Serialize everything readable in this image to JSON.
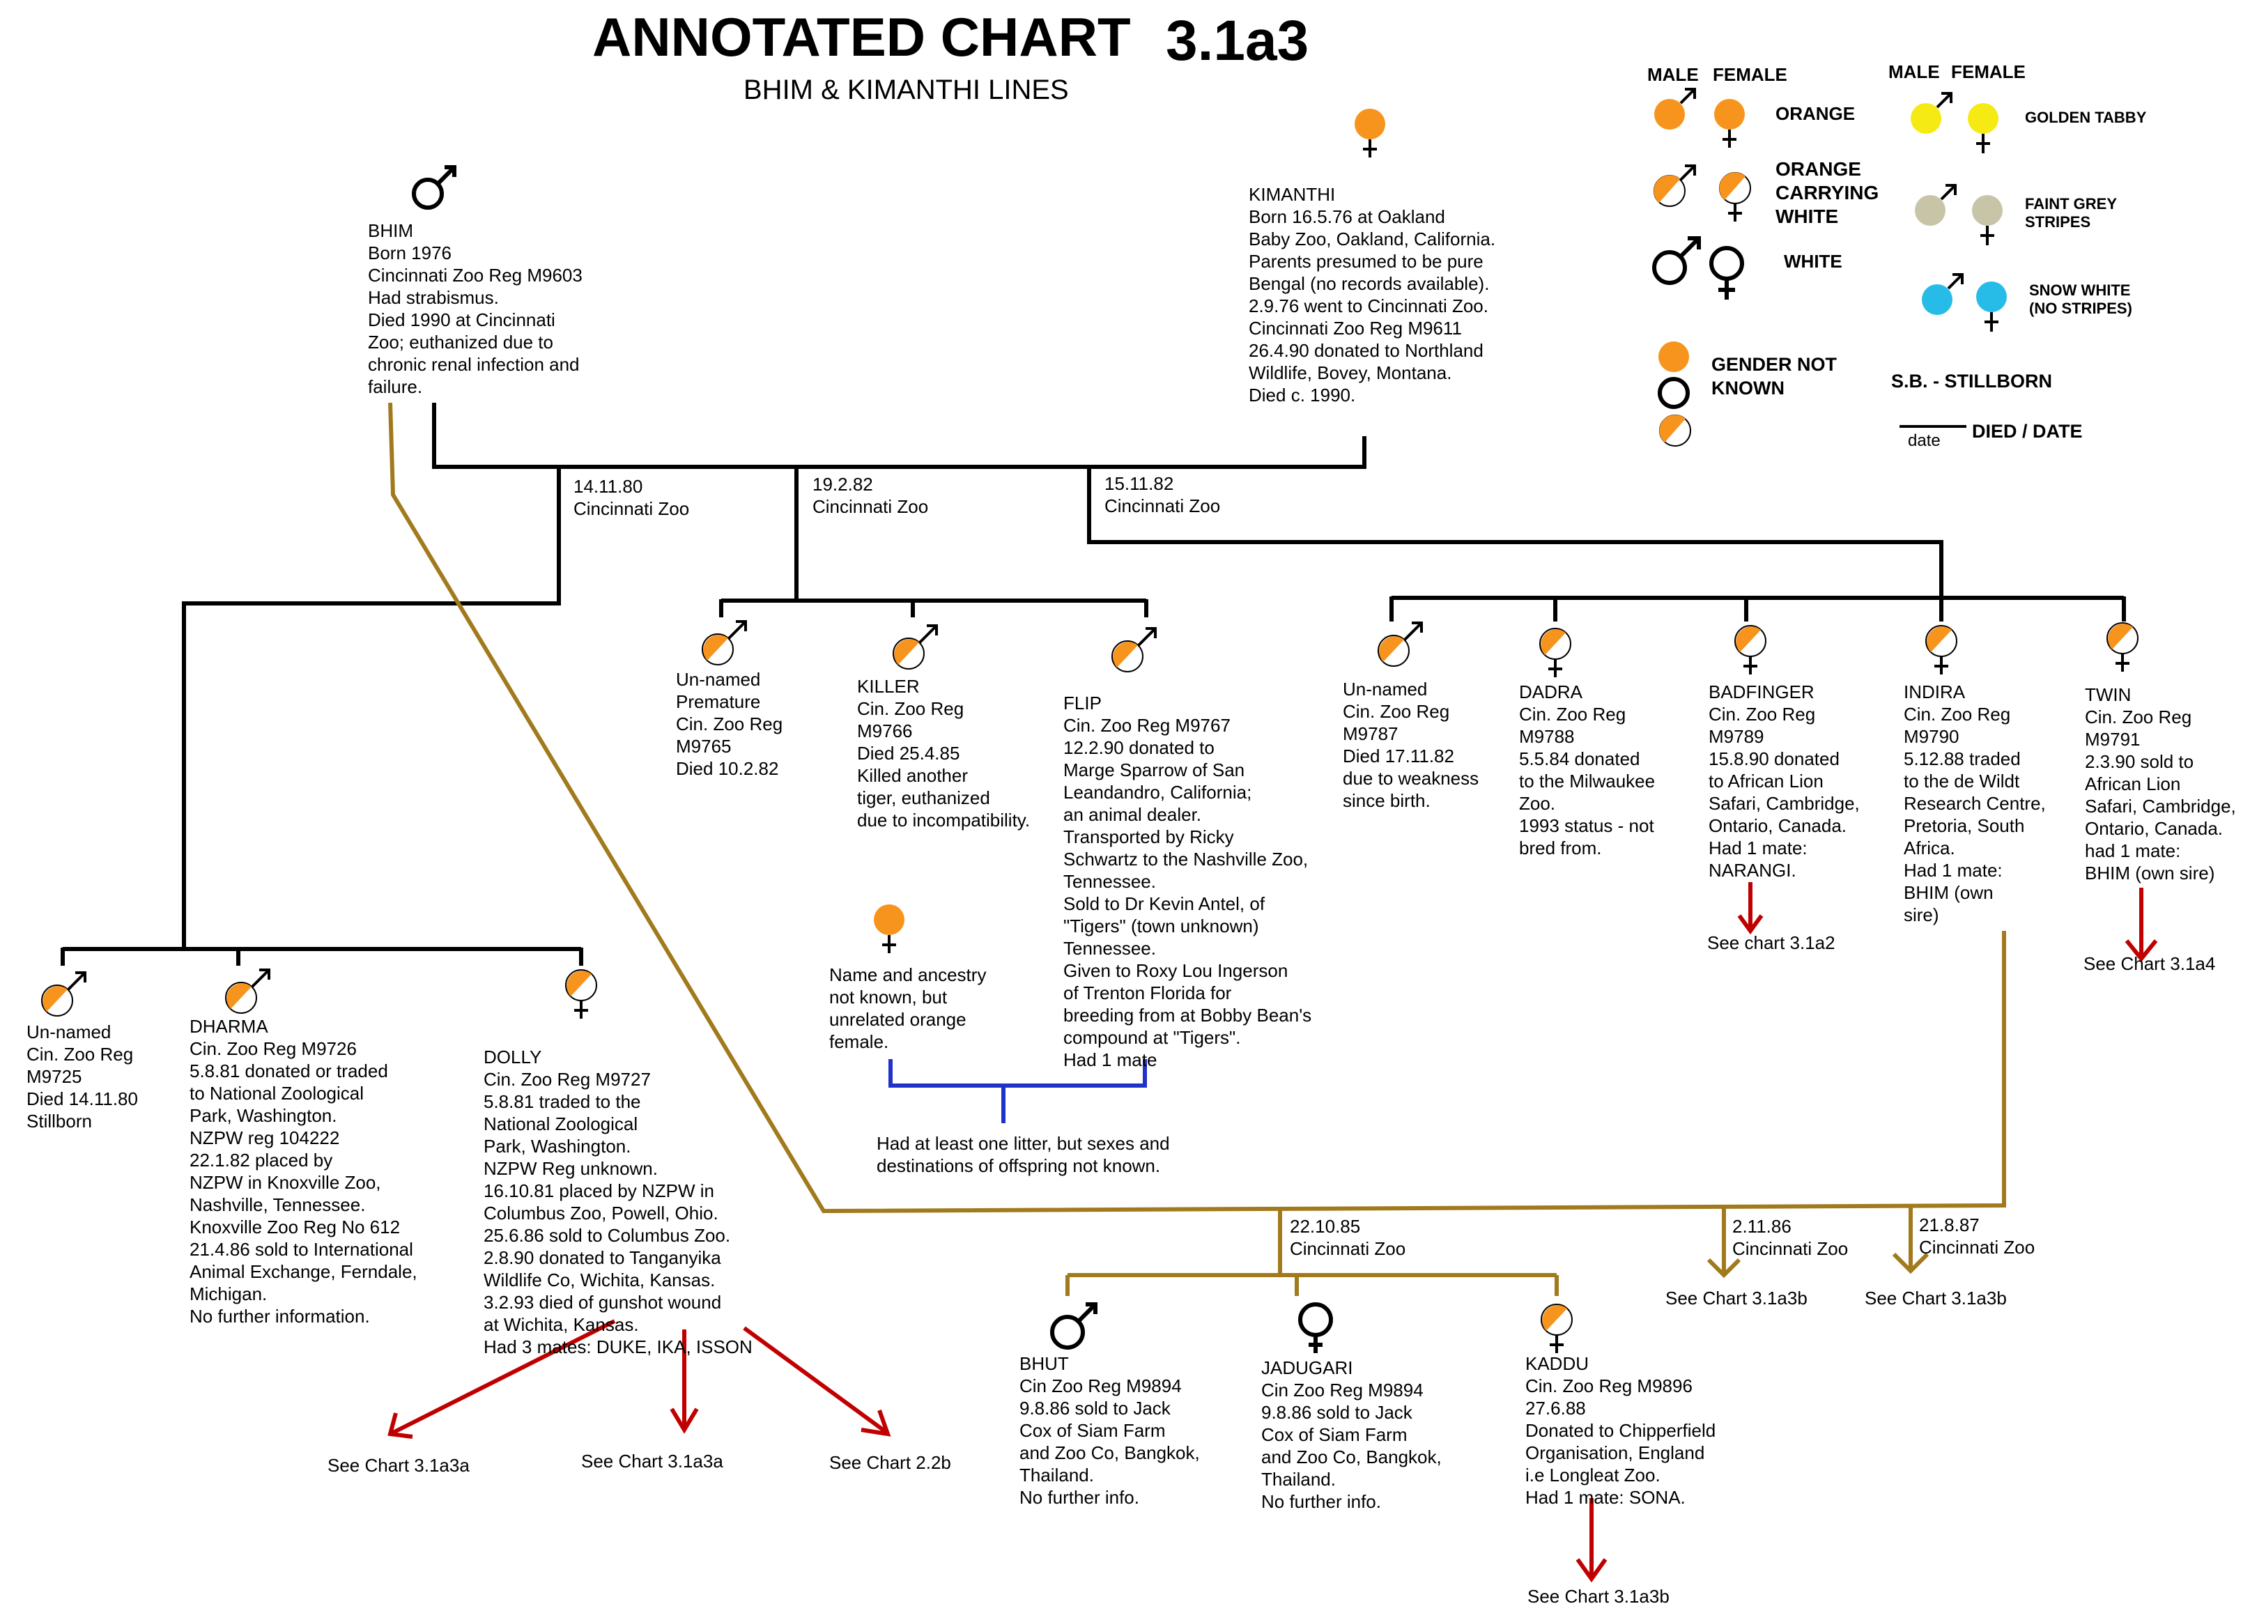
{
  "title": {
    "main": "ANNOTATED CHART",
    "number": "3.1a3",
    "subtitle": "BHIM & KIMANTHI LINES"
  },
  "legend": {
    "male": "MALE",
    "female": "FEMALE",
    "orange": "ORANGE",
    "orange_carrying_white": [
      "ORANGE",
      "CARRYING",
      "WHITE"
    ],
    "white": "WHITE",
    "golden_tabby": "GOLDEN TABBY",
    "faint_grey_stripes": [
      "FAINT GREY",
      "STRIPES"
    ],
    "snow_white": [
      "SNOW WHITE",
      "(NO STRIPES)"
    ],
    "gender_not_known": [
      "GENDER NOT",
      "KNOWN"
    ],
    "stillborn": "S.B.  - STILLBORN",
    "died_date_word": "date",
    "died_date_label": "DIED / DATE",
    "colors": {
      "orange": "#f7941d",
      "golden_tabby": "#f5ea14",
      "faint_grey": "#c8c4a8",
      "snow_white": "#27bce8",
      "line_black": "#000000",
      "line_brown": "#a27a1e",
      "arrow_red": "#c00000",
      "line_blue": "#1f33c8"
    }
  },
  "bhim": {
    "lines": [
      "BHIM",
      "Born 1976",
      "Cincinnati Zoo Reg M9603",
      "Had strabismus.",
      "Died 1990  at Cincinnati",
      "Zoo; euthanized due to",
      "chronic renal infection and",
      "failure."
    ]
  },
  "kimanthi": {
    "lines": [
      "KIMANTHI",
      "Born 16.5.76 at Oakland",
      "Baby Zoo, Oakland, California.",
      "Parents presumed to be pure",
      "Bengal (no records available).",
      "2.9.76 went to Cincinnati Zoo.",
      "Cincinnati Zoo Reg M9611",
      "26.4.90 donated to Northland",
      "Wildlife, Bovey, Montana.",
      "Died c. 1990."
    ]
  },
  "litters": {
    "l1": [
      "14.11.80",
      "Cincinnati Zoo"
    ],
    "l2": [
      "19.2.82",
      "Cincinnati Zoo"
    ],
    "l3": [
      "15.11.82",
      "Cincinnati Zoo"
    ],
    "l4": [
      "22.10.85",
      "Cincinnati Zoo"
    ],
    "l5": [
      "2.11.86",
      "Cincinnati Zoo"
    ],
    "l6": [
      "21.8.87",
      "Cincinnati Zoo"
    ]
  },
  "cubs": {
    "unnamed_9725": [
      "Un-named",
      "Cin. Zoo Reg",
      "M9725",
      "Died 14.11.80",
      "Stillborn"
    ],
    "dharma": [
      "DHARMA",
      "Cin. Zoo Reg M9726",
      "5.8.81 donated or traded",
      "to National Zoological",
      "Park, Washington.",
      "NZPW reg 104222",
      "22.1.82 placed by",
      "NZPW in Knoxville Zoo,",
      "Nashville, Tennessee.",
      "Knoxville Zoo Reg No 612",
      "21.4.86 sold to International",
      "Animal Exchange, Ferndale,",
      "Michigan.",
      "No further information."
    ],
    "dolly": [
      "DOLLY",
      "Cin. Zoo Reg M9727",
      "5.8.81 traded to the",
      "National Zoological",
      "Park, Washington.",
      "NZPW Reg unknown.",
      "16.10.81 placed by NZPW in",
      "Columbus Zoo, Powell, Ohio.",
      "25.6.86 sold to Columbus Zoo.",
      "2.8.90 donated to Tanganyika",
      "Wildlife Co, Wichita, Kansas.",
      "3.2.93 died of gunshot wound",
      "at Wichita, Kansas.",
      "Had 3 mates: DUKE,  IKA,  ISSON"
    ],
    "unnamed_9765": [
      "Un-named",
      "Premature",
      "Cin. Zoo Reg",
      "M9765",
      "Died 10.2.82"
    ],
    "killer": [
      "KILLER",
      "Cin. Zoo Reg",
      "M9766",
      "Died 25.4.85",
      "Killed another",
      "tiger, euthanized",
      "due to incompatibility."
    ],
    "flip": [
      "FLIP",
      "Cin. Zoo Reg M9767",
      "12.2.90 donated to",
      "Marge Sparrow of San",
      "Leandandro, California;",
      "an animal dealer.",
      "Transported by Ricky",
      "Schwartz to the Nashville Zoo,",
      "Tennessee.",
      "Sold to Dr Kevin Antel, of",
      "\"Tigers\" (town unknown)",
      "Tennessee.",
      "Given to Roxy Lou Ingerson",
      "of Trenton Florida for",
      "breeding from at Bobby Bean's",
      "compound at \"Tigers\".",
      "Had 1 mate"
    ],
    "unknown_female": [
      "Name and ancestry",
      "not known, but",
      "unrelated orange",
      "female."
    ],
    "flip_litter": [
      "Had at least one litter, but sexes and",
      "destinations of offspring not known."
    ],
    "unnamed_9787": [
      "Un-named",
      "Cin. Zoo Reg",
      "M9787",
      "Died 17.11.82",
      "due to weakness",
      "since birth."
    ],
    "dadra": [
      "DADRA",
      "Cin. Zoo Reg",
      "M9788",
      "5.5.84 donated",
      "to the Milwaukee",
      "Zoo.",
      "1993 status - not",
      "bred from."
    ],
    "badfinger": [
      "BADFINGER",
      "Cin. Zoo Reg",
      "M9789",
      "15.8.90 donated",
      "to African Lion",
      "Safari, Cambridge,",
      "Ontario, Canada.",
      "Had 1 mate:",
      "NARANGI."
    ],
    "indira": [
      "INDIRA",
      "Cin. Zoo Reg",
      "M9790",
      "5.12.88 traded",
      "to the de Wildt",
      "Research Centre,",
      "Pretoria, South",
      "Africa.",
      "Had 1 mate:",
      "BHIM (own",
      "sire)"
    ],
    "twin": [
      "TWIN",
      "Cin. Zoo Reg",
      "M9791",
      "2.3.90 sold to",
      "African Lion",
      "Safari, Cambridge,",
      "Ontario, Canada.",
      "had 1 mate:",
      "BHIM (own sire)"
    ],
    "bhut": [
      "BHUT",
      "Cin Zoo Reg M9894",
      "9.8.86 sold to Jack",
      "Cox of Siam Farm",
      "and Zoo Co, Bangkok,",
      "Thailand.",
      "No further info."
    ],
    "jadugari": [
      "JADUGARI",
      "Cin Zoo Reg M9894",
      "9.8.86 sold to Jack",
      "Cox of Siam Farm",
      "and Zoo Co, Bangkok,",
      "Thailand.",
      "No further info."
    ],
    "kaddu": [
      "KADDU",
      "Cin. Zoo Reg M9896",
      "27.6.88",
      "Donated to Chipperfield",
      "Organisation, England",
      "i.e Longleat Zoo.",
      "Had 1 mate:  SONA."
    ]
  },
  "refs": {
    "badfinger": "See chart 3.1a2",
    "twin": "See Chart 3.1a4",
    "duke": "See Chart 3.1a3a",
    "ika": "See Chart 3.1a3a",
    "isson": "See Chart 2.2b",
    "l5": "See Chart 3.1a3b",
    "l6": "See Chart 3.1a3b",
    "kaddu": "See Chart 3.1a3b"
  }
}
